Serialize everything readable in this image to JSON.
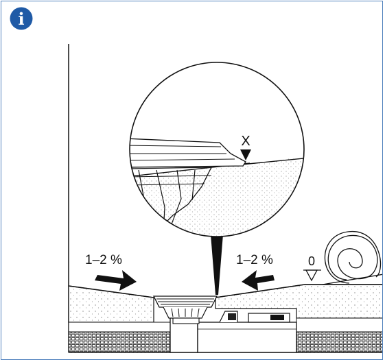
{
  "info_icon": {
    "glyph": "i",
    "color": "#1f5aa6"
  },
  "border_color": "#4f81bd",
  "labels": {
    "left_slope": "1–2 %",
    "right_slope": "1–2 %",
    "marker_x": "X",
    "level_zero": "0"
  }
}
